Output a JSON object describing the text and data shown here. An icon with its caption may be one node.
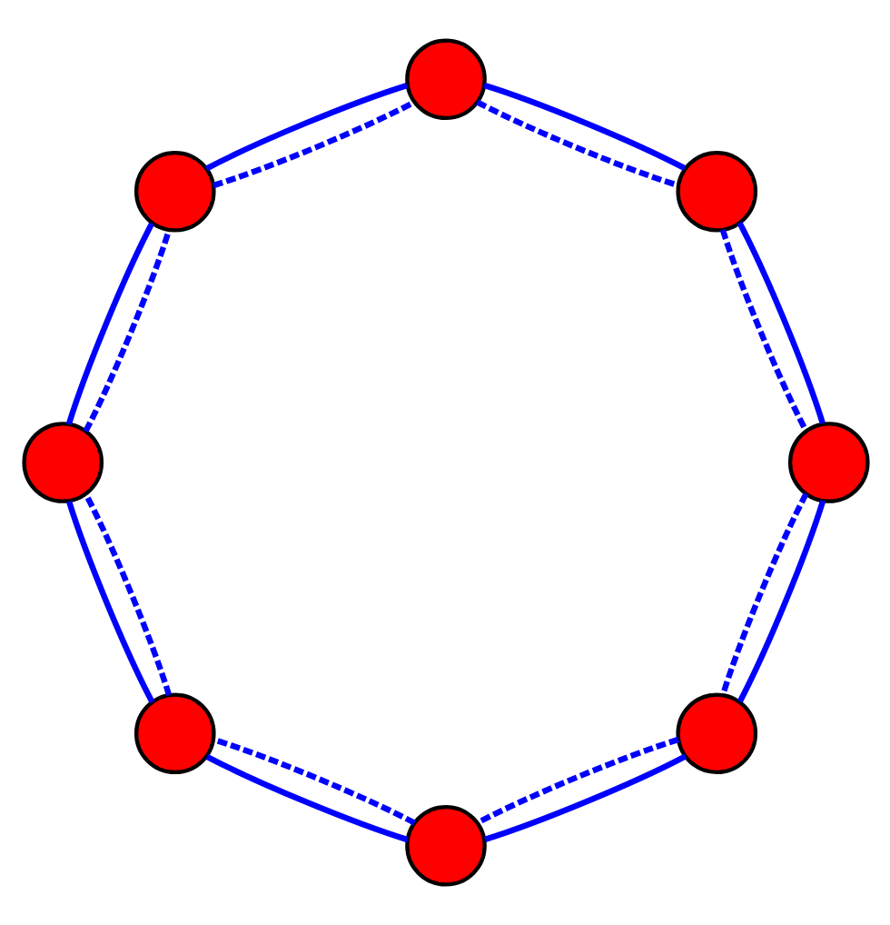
{
  "diagram": {
    "nodes": [
      {
        "text": [],
        "shape": "circle"
      },
      {
        "text": [],
        "shape": "circle"
      },
      {
        "text": [],
        "shape": "circle"
      },
      {
        "text": [],
        "shape": "circle"
      },
      {
        "text": [],
        "shape": "circle"
      },
      {
        "text": [],
        "shape": "circle"
      },
      {
        "text": [],
        "shape": "circle"
      },
      {
        "text": [],
        "shape": "circle"
      }
    ],
    "edges": [
      {
        "from": 0,
        "to": 2,
        "arrow": "none"
      },
      {
        "from": 0,
        "to": 2,
        "arrow": "none",
        "style": "dashed"
      },
      {
        "from": 2,
        "to": 4,
        "arrow": "none"
      },
      {
        "from": 2,
        "to": 4,
        "arrow": "none",
        "style": "dashed"
      },
      {
        "from": 4,
        "to": 6,
        "arrow": "none"
      },
      {
        "from": 4,
        "to": 6,
        "arrow": "none",
        "style": "dashed"
      },
      {
        "from": 6,
        "to": 7,
        "arrow": "none"
      },
      {
        "from": 6,
        "to": 7,
        "arrow": "none",
        "style": "dashed"
      },
      {
        "from": 7,
        "to": 5,
        "arrow": "none"
      },
      {
        "from": 7,
        "to": 5,
        "arrow": "none",
        "style": "dashed"
      },
      {
        "from": 5,
        "to": 3,
        "arrow": "none"
      },
      {
        "from": 5,
        "to": 3,
        "arrow": "none",
        "style": "dashed"
      },
      {
        "from": 3,
        "to": 1,
        "arrow": "none"
      },
      {
        "from": 3,
        "to": 1,
        "arrow": "none",
        "style": "dashed"
      },
      {
        "from": 1,
        "to": 0,
        "arrow": "none"
      },
      {
        "from": 1,
        "to": 0,
        "arrow": "none",
        "style": "dashed"
      }
    ]
  }
}
